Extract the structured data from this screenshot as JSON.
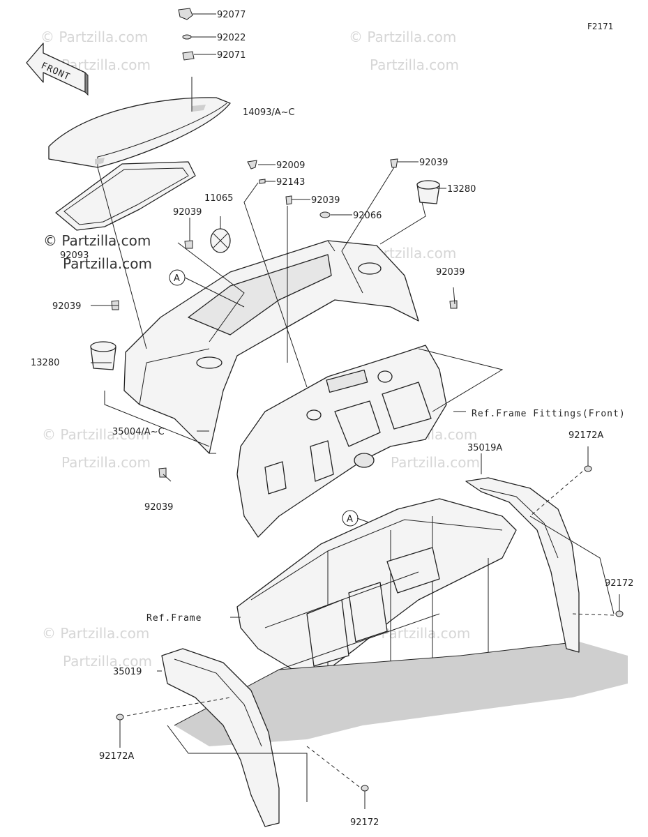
{
  "figure_code": "F2171",
  "watermark": "© Partzilla.com",
  "front_arrow_label": "FRONT",
  "callout_a": "A",
  "parts": {
    "p92077": "92077",
    "p92022": "92022",
    "p92071": "92071",
    "p14093": "14093/A~C",
    "p92093": "92093",
    "p92009": "92009",
    "p92143": "92143",
    "p92039_top_right": "92039",
    "p13280_right": "13280",
    "p11065": "11065",
    "p92039_center": "92039",
    "p92066": "92066",
    "p92039_left_upper": "92039",
    "p92039_right_mid": "92039",
    "p92039_left_mid": "92039",
    "p13280_left": "13280",
    "p35004": "35004/A~C",
    "p92039_bottom_left": "92039",
    "p35019A": "35019A",
    "p92172A_right": "92172A",
    "p92172_right": "92172",
    "p35019": "35019",
    "p92172A_left": "92172A",
    "p92172_bottom": "92172"
  },
  "refs": {
    "frame_fittings_front": "Ref.Frame Fittings(Front)",
    "frame": "Ref.Frame"
  }
}
